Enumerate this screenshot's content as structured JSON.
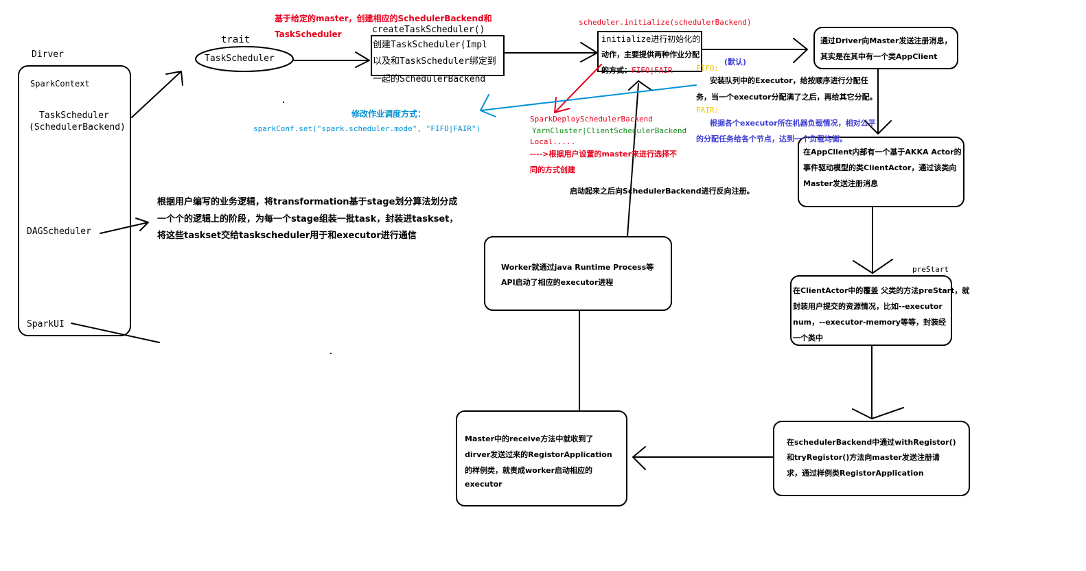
{
  "driver": {
    "title": "Dirver",
    "spark_context": "SparkContext",
    "task_scheduler": "TaskScheduler",
    "scheduler_backend": "(SchedulerBackend)",
    "dag_scheduler": "DAGScheduler",
    "spark_ui": "SparkUI"
  },
  "trait_label": "trait",
  "trait_node": "TaskScheduler",
  "create_note": {
    "line1": "基于给定的master，创建相应的SchedulerBackend和",
    "line2": "TaskScheduler"
  },
  "create_call": "createTaskScheduler()",
  "create_box": {
    "line1": "创建TaskScheduler(Impl",
    "line2": "以及和TaskScheduler绑定到",
    "line3": "一起的SchedulerBackend"
  },
  "init_call": "scheduler.initialize(schedulerBackend)",
  "init_box": {
    "line1": "initialize进行初始化的",
    "line2": "动作，主要提供两种作业分配",
    "line3_prefix": "的方式：",
    "line3_modes": "FIFO|FAIR"
  },
  "backend_note": {
    "line1": "SparkDeploySchedulerBackend",
    "line2": "YarnCluster|ClientSchedulerBackend",
    "line3": "Local.....",
    "line4": "---->根据用户设置的master来进行选择不",
    "line5": "同的方式创建"
  },
  "mode_note": {
    "title": "修改作业调度方式：",
    "code": "sparkConf.set(\"spark.scheduler.mode\", \"FIFO|FAIR\")"
  },
  "sched_desc": {
    "fifo": "FIFO:",
    "default": "(默认)",
    "fifo_line1": "安装队列中的Executor，给按顺序进行分配任",
    "fifo_line2": "务，当一个executor分配满了之后，再给其它分配。",
    "fair": "FAIR:",
    "fair_line1": "根据各个executor所在机器负载情况，相对公平",
    "fair_line2": "的分配任务给各个节点，达到一个负载均衡。"
  },
  "register_back": "启动起来之后向SchedulerBackend进行反向注册。",
  "dag_note": {
    "line1": "根据用户编写的业务逻辑，将transformation基于stage划分算法划分成",
    "line2": "一个个的逻辑上的阶段，为每一个stage组装一批task，封装进taskset，",
    "line3": "将这些taskset交给taskscheduler用于和executor进行通信"
  },
  "box_driver_master": {
    "line1": "通过Driver向Master发送注册消息，",
    "line2": "其实是在其中有一个类AppClient"
  },
  "box_appclient": {
    "line1": "在AppClient内部有一个基于AKKA Actor的",
    "line2": "事件驱动模型的类ClientActor，通过该类向",
    "line3": "Master发送注册消息"
  },
  "prestart_label": "preStart",
  "box_prestart": {
    "line1": "在ClientActor中的覆盖 父类的方法preStart，就",
    "line2": "封装用户提交的资源情况，比如--executor",
    "line3": "num，--executor-memory等等，封装经",
    "line4": "一个类中"
  },
  "box_register": {
    "line1": "在schedulerBackend中通过withRegistor()",
    "line2": "和tryRegistor()方法向master发送注册请",
    "line3": "求，通过样例类RegistorApplication"
  },
  "box_master": {
    "line1": "Master中的receive方法中就收到了",
    "line2": "dirver发送过来的RegistorApplication",
    "line3": "的样例类，就责成worker启动相应的",
    "line4": "executor"
  },
  "box_worker": {
    "line1": "Worker就通过java Runtime Process等",
    "line2": "API启动了相应的executor进程"
  },
  "colors": {
    "ink": "#000000",
    "red": "#e8001c",
    "green": "#168d20",
    "blue": "#0092d6",
    "purple": "#3f3fd6",
    "yellow": "#f0c400"
  }
}
